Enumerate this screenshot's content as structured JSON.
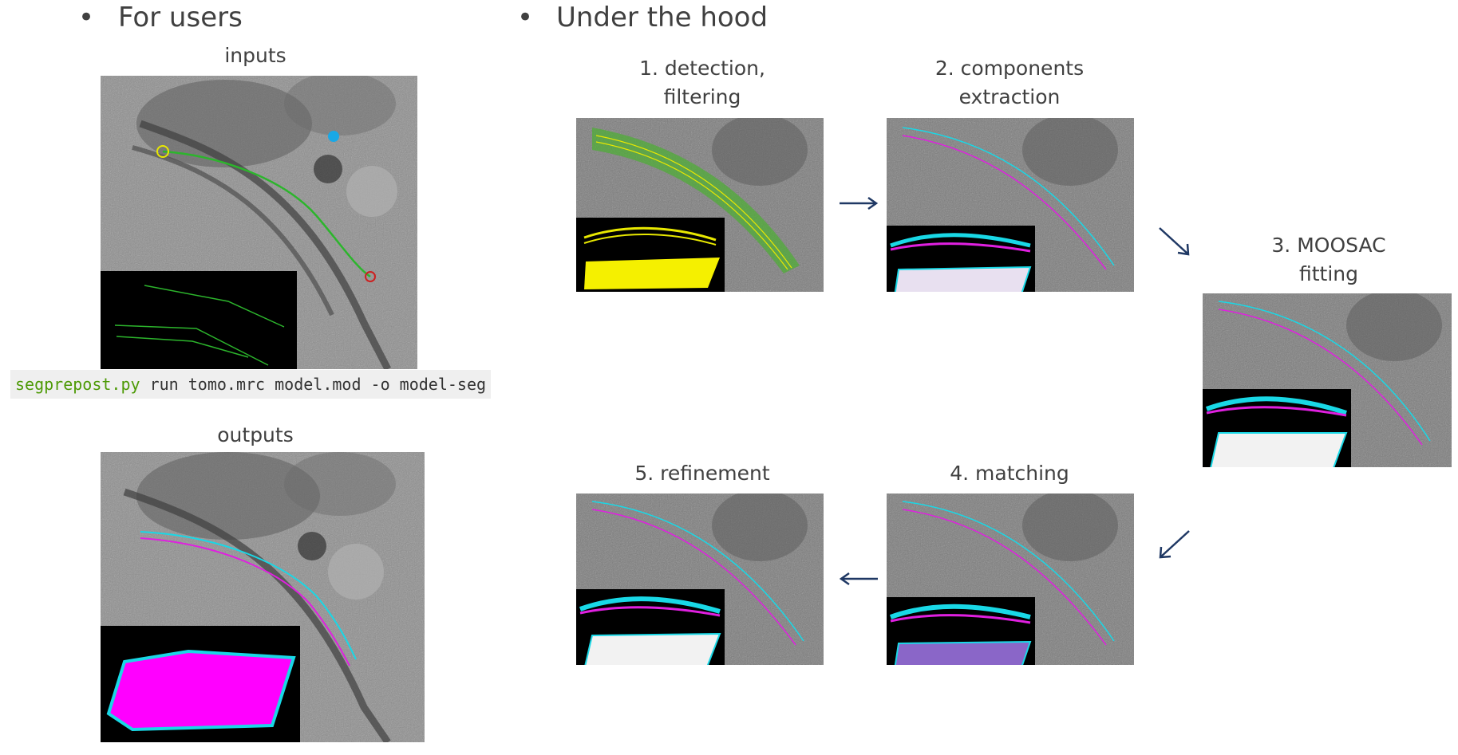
{
  "left": {
    "bullet": "•",
    "heading": "For users",
    "inputs_label": "inputs",
    "outputs_label": "outputs",
    "command": {
      "program": "segprepost.py",
      "args": " run tomo.mrc model.mod -o model-seg"
    }
  },
  "right": {
    "bullet": "•",
    "heading": "Under the hood",
    "steps": [
      {
        "line1": "1. detection,",
        "line2": "filtering"
      },
      {
        "line1": "2. components",
        "line2": "extraction"
      },
      {
        "line1": "3. MOOSAC",
        "line2": "fitting"
      },
      {
        "line1": "4. matching",
        "line2": ""
      },
      {
        "line1": "5. refinement",
        "line2": ""
      }
    ]
  },
  "colors": {
    "text": "#404040",
    "arrow": "#1f3864",
    "cyan": "#19d8e6",
    "magenta": "#e020e0",
    "yellow": "#f5f000",
    "green": "#2cb52c",
    "command_program": "#4d9a06"
  }
}
